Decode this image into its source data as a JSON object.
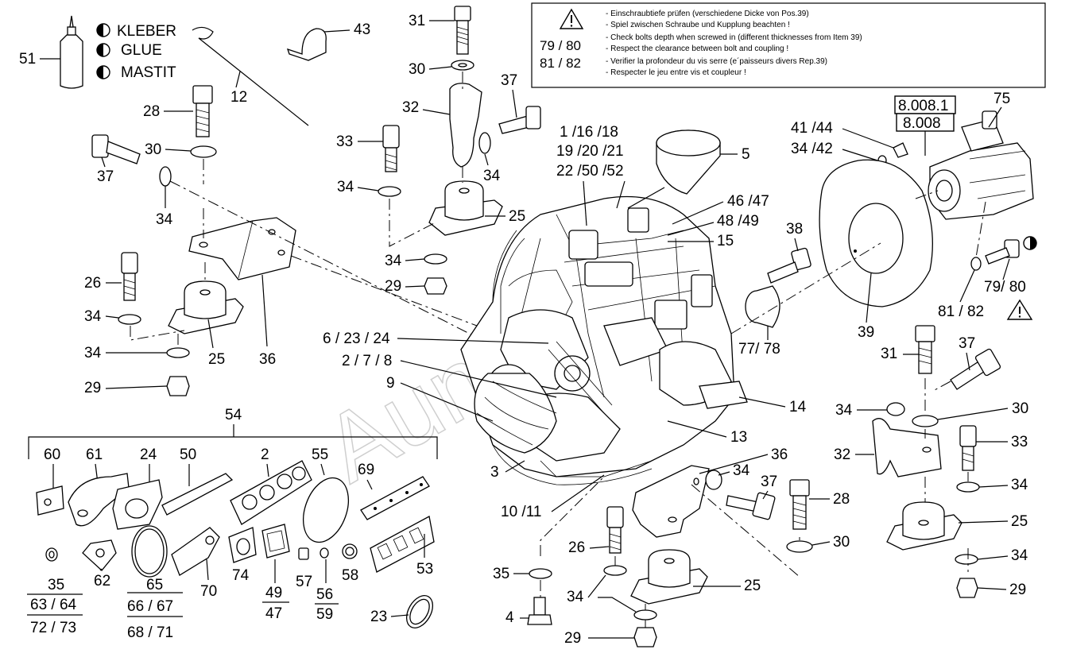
{
  "notice": {
    "ref_line1": "79 / 80",
    "ref_line2": "81 / 82",
    "lines": [
      "- Einschraubtiefe prüfen (verschiedene Dicke von Pos.39)",
      "- Spiel zwischen Schraube und Kupplung beachten !",
      "- Check bolts depth when screwed in (different thicknesses from Item 39)",
      "- Respect the clearance between bolt and coupling !",
      "- Verifier la profondeur du vis serre (e´paisseurs divers Rep.39)",
      "- Respecter le jeu entre vis et coupleur !"
    ]
  },
  "legend": {
    "items": [
      "KLEBER",
      "GLUE",
      "MASTIT"
    ]
  },
  "watermark": "Aunoot",
  "ref_boxes": [
    "8.008.1",
    "8.008"
  ],
  "labels": {
    "l51": "51",
    "l12": "12",
    "l43": "43",
    "l31a": "31",
    "l30a": "30",
    "l37a": "37",
    "l32a": "32",
    "l33a": "33",
    "l34a": "34",
    "l34b": "34",
    "l25a": "25",
    "l34c": "34",
    "l29a": "29",
    "l28a": "28",
    "l30b": "30",
    "l37b": "37",
    "l34d": "34",
    "l26a": "26",
    "l34e": "34",
    "l34f": "34",
    "l25b": "25",
    "l36a": "36",
    "l29b": "29",
    "l_top1": "1 /16 /18",
    "l_top2": "19 /20 /21",
    "l_top3": "22 /50 /52",
    "l5": "5",
    "l46": "46 /47",
    "l48": "48 /49",
    "l15": "15",
    "l4144": "41 /44",
    "l3442": "34 /42",
    "l75": "75",
    "l38": "38",
    "l7980b": "79/ 80",
    "l8182b": "81 / 82",
    "l39": "39",
    "l7778": "77/  78",
    "l6": "6 / 23 / 24",
    "l278": "2 / 7 / 8",
    "l9": "9",
    "l31b": "31",
    "l37c": "37",
    "l14": "14",
    "l13": "13",
    "l34g": "34",
    "l30c": "30",
    "l32b": "32",
    "l33b": "33",
    "l34h": "34",
    "l25c": "25",
    "l34i": "34",
    "l29c": "29",
    "l54": "54",
    "l60": "60",
    "l61": "61",
    "l24": "24",
    "l50": "50",
    "l2": "2",
    "l55": "55",
    "l69": "69",
    "l3": "3",
    "l1011": "10 /11",
    "l36b": "36",
    "l34j": "34",
    "l37d": "37",
    "l28b": "28",
    "l30d": "30",
    "l26b": "26",
    "l35b": "35",
    "l34k": "34",
    "l25d": "25",
    "l4": "4",
    "l29d": "29",
    "l35a": "35",
    "l6364": "63 / 64",
    "l7273": "72 / 73",
    "l62": "62",
    "l65": "65",
    "l6667": "66 / 67",
    "l6871": "68 / 71",
    "l70": "70",
    "l74": "74",
    "l49": "49",
    "l47": "47",
    "l57": "57",
    "l56": "56",
    "l59": "59",
    "l58": "58",
    "l53": "53",
    "l23": "23"
  }
}
